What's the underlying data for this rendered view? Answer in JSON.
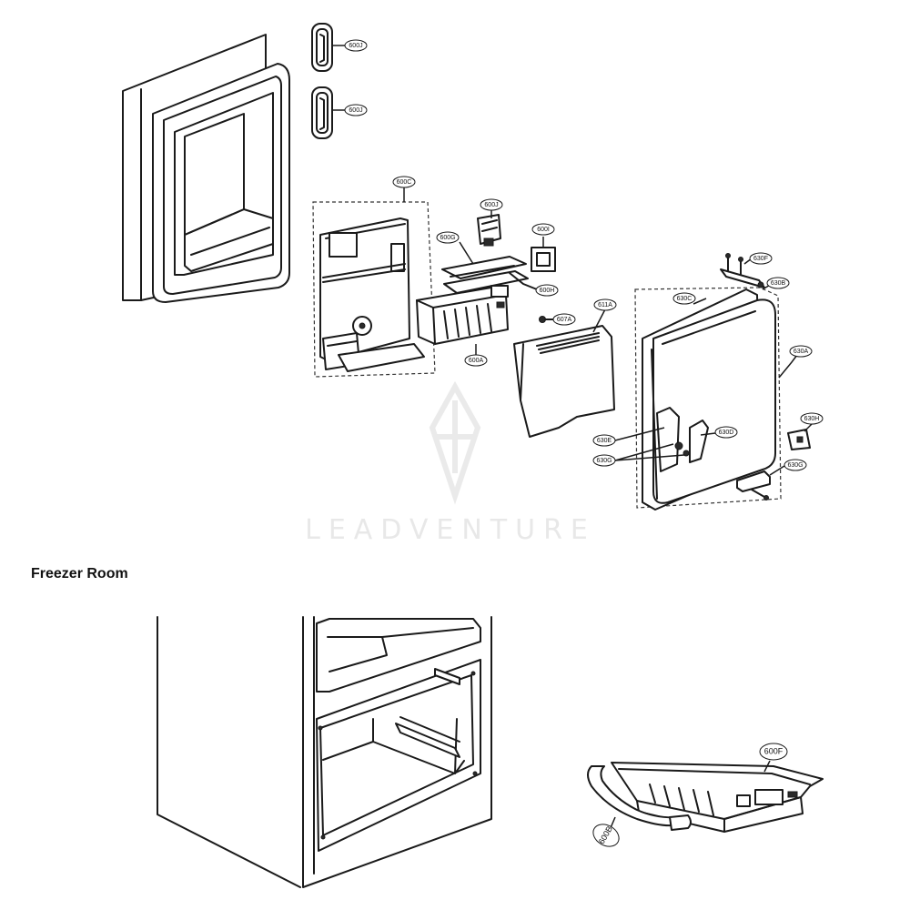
{
  "section": {
    "title": "Freezer Room"
  },
  "watermark": {
    "text": "LEADVENTURE"
  },
  "callouts": {
    "gasket_upper": "600J",
    "gasket_lower": "600J",
    "housing": "600C",
    "motor_cover": "600J",
    "cover_plate": "600G",
    "switch": "600I",
    "harness": "600H",
    "ice_maker": "600A",
    "screw": "607A",
    "bucket": "611A",
    "hinge_upper": "630F",
    "door_frame": "630B",
    "door_gasket": "630C",
    "door": "630A",
    "latch": "630E",
    "screws": "630G",
    "handle": "630D",
    "stopper": "630H",
    "hinge_lower": "630G",
    "freezer_part_f": "600F",
    "freezer_part_b": "600B"
  }
}
